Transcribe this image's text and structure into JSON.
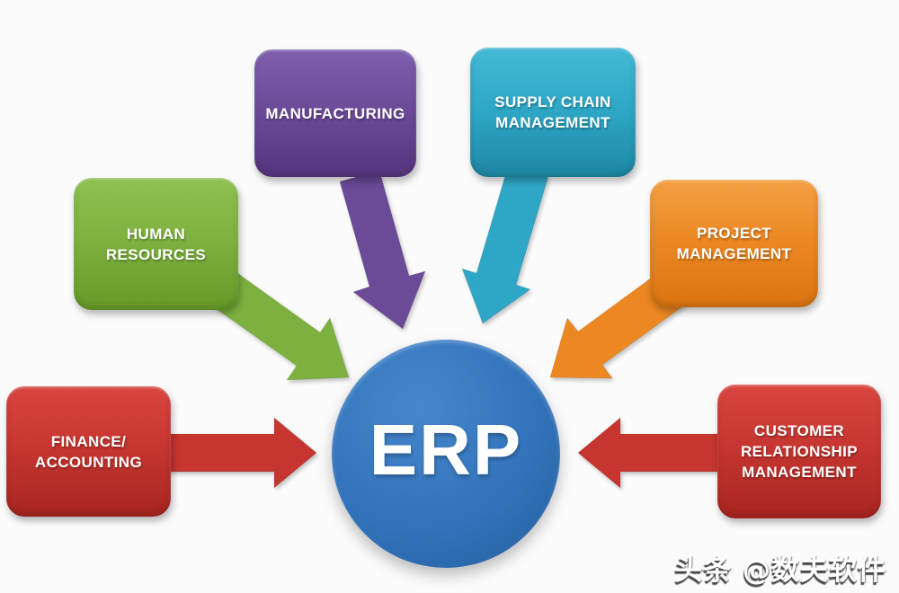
{
  "center": {
    "label": "ERP"
  },
  "modules": [
    {
      "id": "manufacturing",
      "label": "MANUFACTURING"
    },
    {
      "id": "supply-chain",
      "label": "SUPPLY CHAIN MANAGEMENT"
    },
    {
      "id": "human-resources",
      "label": "HUMAN RESOURCES"
    },
    {
      "id": "project-management",
      "label": "PROJECT MANAGEMENT"
    },
    {
      "id": "finance-accounting",
      "label": "FINANCE/ ACCOUNTING"
    },
    {
      "id": "customer-relationship-management",
      "label": "CUSTOMER RELATIONSHIP MANAGEMENT"
    }
  ],
  "watermark": {
    "text": "头条 @数夫软件"
  },
  "colors": {
    "background": "#fbfbfb",
    "purple": "#6b4a98",
    "purpleLight": "#7f5fae",
    "purpleDark": "#56357e",
    "teal": "#2ea7c6",
    "tealLight": "#43b9d6",
    "tealDark": "#1d87a5",
    "green": "#7db13f",
    "greenLight": "#8ec152",
    "greenDark": "#669a28",
    "orange": "#ec8722",
    "orangeLight": "#f3a044",
    "orangeDark": "#db7410",
    "red": "#c63530",
    "redLight": "#d9453f",
    "redDark": "#a82520",
    "blue": "#3273bb",
    "blueLight": "#4587cc",
    "blueDark": "#255e9e",
    "labelText": "#ffffff"
  }
}
